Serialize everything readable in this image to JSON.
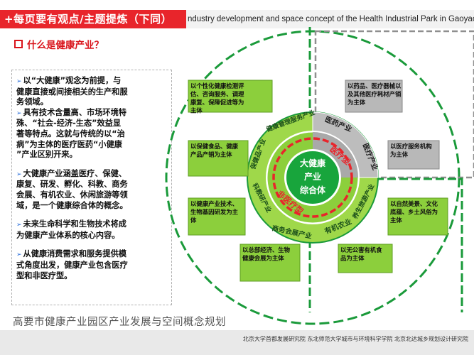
{
  "header": {
    "banner": "+每页要有观点/主题提炼（下同）",
    "title_en": "ndustry development and space concept of the Health Industrial Park in Gaoyao"
  },
  "question": "什么是健康产业？",
  "paragraphs": [
    {
      "lines": [
        "以“大健康”观念为前提，与",
        "健康直接或间接相关的生产和服",
        "务领域。",
        "具有技术含量高、市场环境特",
        "殊、“社会-经济-生态”效益显",
        "著等特点。这就与传统的以“治",
        "病”为主体的医疗医药“小健康",
        "”产业区别开来。"
      ],
      "bullets": [
        0,
        3
      ]
    },
    {
      "lines": [
        "大健康产业涵盖医疗、保健、",
        "康复、研发、孵化、科教、商务",
        "会展、有机农业、休闲旅游等领",
        "域，是一个健康综合体的概念。"
      ],
      "bullets": [
        0
      ]
    },
    {
      "lines": [
        "未来生命科学和生物技术将成",
        "为健康产业体系的核心内容。"
      ],
      "bullets": [
        0
      ]
    },
    {
      "lines": [
        "从健康消费需求和服务提供模",
        "式角度出发，健康产业包含医疗",
        "型和非医疗型。"
      ],
      "bullets": [
        0
      ]
    }
  ],
  "diagram": {
    "center": [
      "大健康",
      "产业",
      "综合体"
    ],
    "inner_ring": [
      "医疗型",
      "非医疗型"
    ],
    "outer_ring": [
      "健康管理服务产业",
      "医药产业",
      "医疗产业",
      "养生旅游产业",
      "有机农业",
      "商务会展产业",
      "科教研产业",
      "保健品产业"
    ],
    "boxes_left": [
      "以个性化健康检测评估、咨询服务、调理康复、保障促进等为主体",
      "以保健食品、健康产品产销为主体",
      "以健康产业技术、生物基因研发为主体",
      "以总部经济、生物健康会展为主体"
    ],
    "boxes_right": [
      "以药品、医疗器械以及其他医疗耗材产销为主体",
      "以医疗服务机构为主体",
      "以自然美景、文化底蕴、乡土风俗为主体",
      "以无公害有机食品为主体"
    ]
  },
  "footer": {
    "title": "高要市健康产业园区产业发展与空间概念规划",
    "institutions": "北京大学首都发展研究院 东北师范大学城市与环境科学学院 北京北达城乡规划设计研究院"
  },
  "colors": {
    "red": "#e8252b",
    "green": "#1a9a3a",
    "light_green": "#8ccf3c",
    "gray": "#8f8f8f"
  }
}
